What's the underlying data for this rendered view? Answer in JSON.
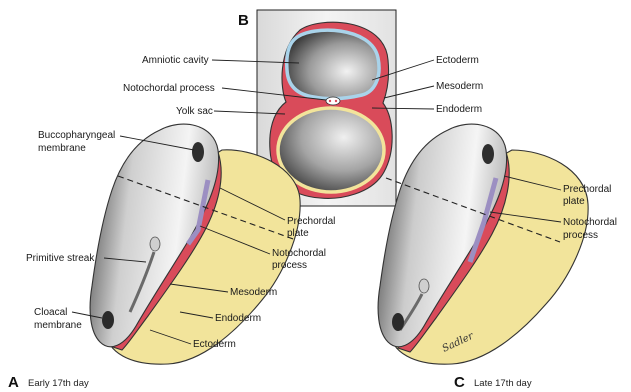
{
  "panels": {
    "a": {
      "letter": "A",
      "caption": "Early 17th day"
    },
    "b": {
      "letter": "B"
    },
    "c": {
      "letter": "C",
      "caption": "Late 17th day"
    }
  },
  "labels": {
    "amniotic_cavity": "Amniotic cavity",
    "notochordal_process_b": "Notochordal process",
    "yolk_sac": "Yolk sac",
    "ectoderm_b": "Ectoderm",
    "mesoderm_b": "Mesoderm",
    "endoderm_b": "Endoderm",
    "buccopharyngeal_membrane_1": "Buccopharyngeal",
    "buccopharyngeal_membrane_2": "membrane",
    "primitive_streak": "Primitive streak",
    "cloacal_membrane_1": "Cloacal",
    "cloacal_membrane_2": "membrane",
    "prechordal_plate_a_1": "Prechordal",
    "prechordal_plate_a_2": "plate",
    "notochordal_process_a_1": "Notochordal",
    "notochordal_process_a_2": "process",
    "mesoderm_a": "Mesoderm",
    "endoderm_a": "Endoderm",
    "ectoderm_a": "Ectoderm",
    "prechordal_plate_c_1": "Prechordal",
    "prechordal_plate_c_2": "plate",
    "notochordal_process_c_1": "Notochordal",
    "notochordal_process_c_2": "process"
  },
  "signature": "Sadler",
  "colors": {
    "ectoderm_blue": "#a9d3ea",
    "mesoderm_red": "#d94b5a",
    "endoderm_yellow": "#f2e49b",
    "gray_dark": "#3a3a3a",
    "gray_light": "#f1f1f1"
  }
}
